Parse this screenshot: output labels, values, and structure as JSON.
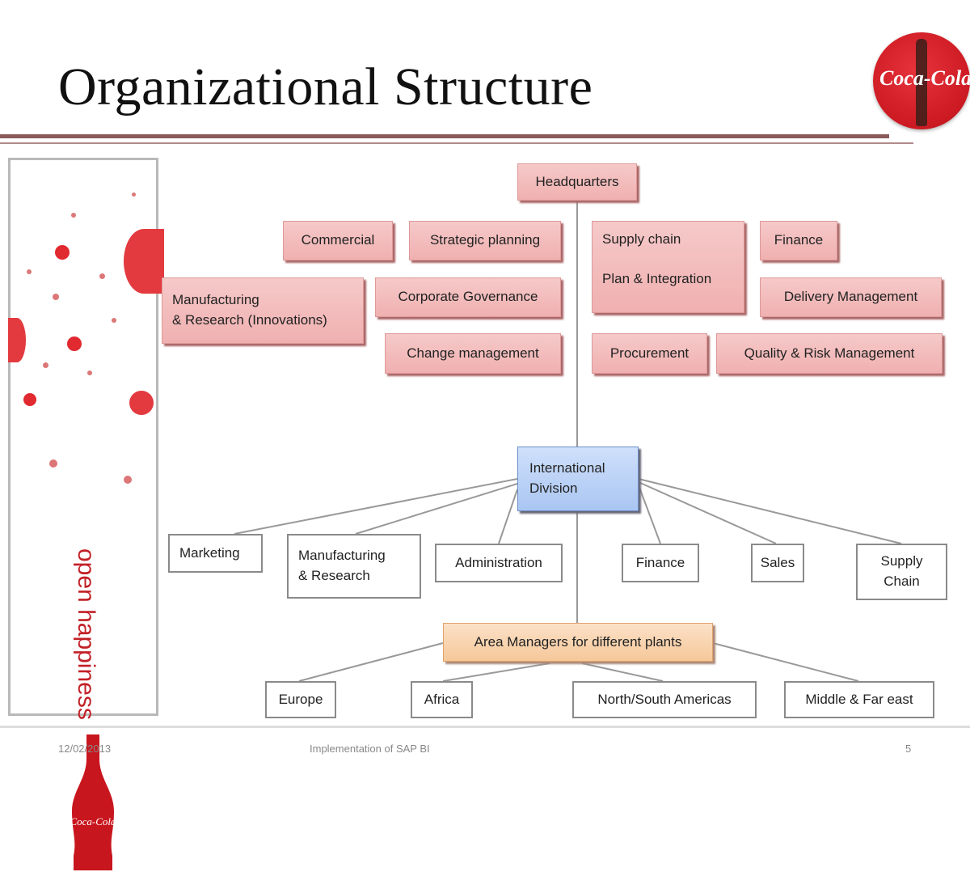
{
  "slide": {
    "title": "Organizational Structure",
    "logo_text": "Coca-Cola",
    "tagline": "open happiness",
    "bottle_text": "Coca-Cola"
  },
  "nodes": {
    "headquarters": "Headquarters",
    "commercial": "Commercial",
    "strategic_planning": "Strategic planning",
    "supply_chain_plan": "Supply chain\n\nPlan & Integration",
    "finance_hq": "Finance",
    "manufacturing_research_innov": "Manufacturing\n& Research (Innovations)",
    "corporate_governance": "Corporate Governance",
    "delivery_management": "Delivery Management",
    "change_management": "Change management",
    "procurement": "Procurement",
    "quality_risk": "Quality & Risk Management",
    "international_division": "International\nDivision",
    "marketing": "Marketing",
    "manufacturing_research": "Manufacturing\n& Research",
    "administration": "Administration",
    "finance_intl": "Finance",
    "sales": "Sales",
    "supply_chain_intl": "Supply\nChain",
    "area_managers": "Area Managers for different plants",
    "europe": "Europe",
    "africa": "Africa",
    "americas": "North/South Americas",
    "middle_far_east": "Middle & Far east"
  },
  "footer": {
    "date": "12/02/2013",
    "center": "Implementation of SAP BI",
    "page": "5"
  },
  "colors": {
    "accent_red": "#cc1a22",
    "pink_box": "#f0b0b0",
    "blue_box": "#a9c6f2",
    "orange_box": "#f6c89a"
  }
}
